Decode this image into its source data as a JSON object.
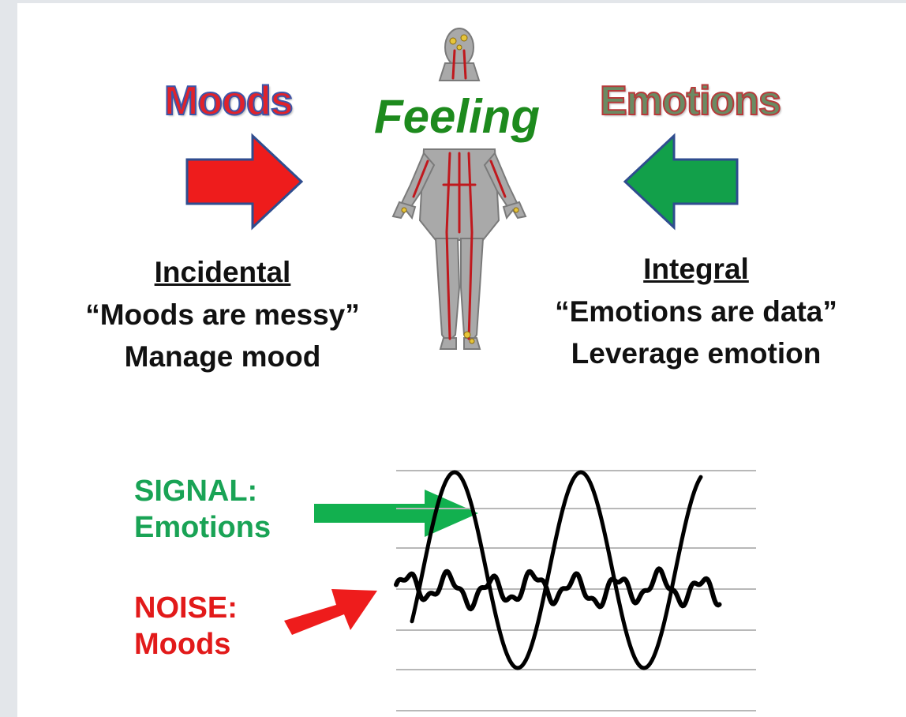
{
  "titles": {
    "moods": "Moods",
    "feeling": "Feeling",
    "emotions": "Emotions"
  },
  "left_caption": {
    "heading": "Incidental",
    "quote": "“Moods are messy”",
    "action": "Manage mood"
  },
  "right_caption": {
    "heading": "Integral",
    "quote": "“Emotions are data”",
    "action": "Leverage emotion"
  },
  "signal": {
    "label": "SIGNAL:",
    "sublabel": "Emotions"
  },
  "noise": {
    "label": "NOISE:",
    "sublabel": "Moods"
  },
  "colors": {
    "moods_arrow": "#ee1c1c",
    "emotions_arrow": "#12a04a",
    "signal_text": "#19a355",
    "noise_text": "#e21a1a",
    "feeling_text": "#1d8a1d"
  },
  "icons": {
    "body": "human-body-circulatory-icon"
  }
}
